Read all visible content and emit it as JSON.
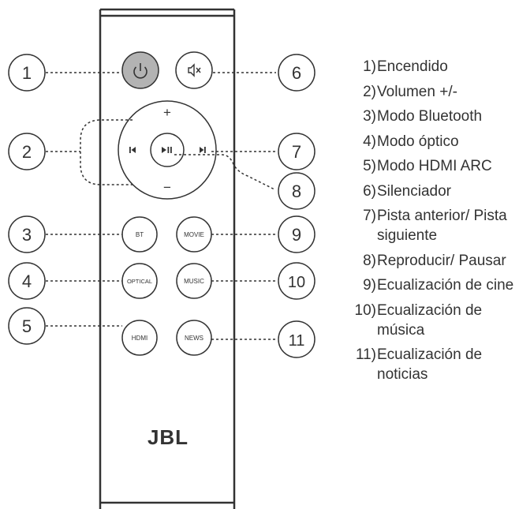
{
  "callouts": [
    "1",
    "2",
    "3",
    "4",
    "5",
    "6",
    "7",
    "8",
    "9",
    "10",
    "11"
  ],
  "buttons": {
    "bt": "BT",
    "movie": "MOVIE",
    "optical": "OPTICAL",
    "music": "MUSIC",
    "hdmi": "HDMI",
    "news": "NEWS",
    "plus": "+",
    "minus": "−"
  },
  "brand": "JBL",
  "legend": [
    {
      "num": "1)",
      "text": "Encendido"
    },
    {
      "num": "2)",
      "text": "Volumen +/-"
    },
    {
      "num": "3)",
      "text": "Modo Bluetooth"
    },
    {
      "num": "4)",
      "text": "Modo óptico"
    },
    {
      "num": "5)",
      "text": "Modo HDMI ARC"
    },
    {
      "num": "6)",
      "text": "Silenciador"
    },
    {
      "num": "7)",
      "text": "Pista anterior/ Pista siguiente"
    },
    {
      "num": "8)",
      "text": "Reproducir/ Pausar"
    },
    {
      "num": "9)",
      "text": "Ecualización de cine"
    },
    {
      "num": "10)",
      "text": "Ecualización de música"
    },
    {
      "num": "11)",
      "text": "Ecualización de noticias"
    }
  ],
  "colors": {
    "line": "#333333",
    "power_button": "#b3b3b3",
    "remote_body": "#ffffff"
  }
}
